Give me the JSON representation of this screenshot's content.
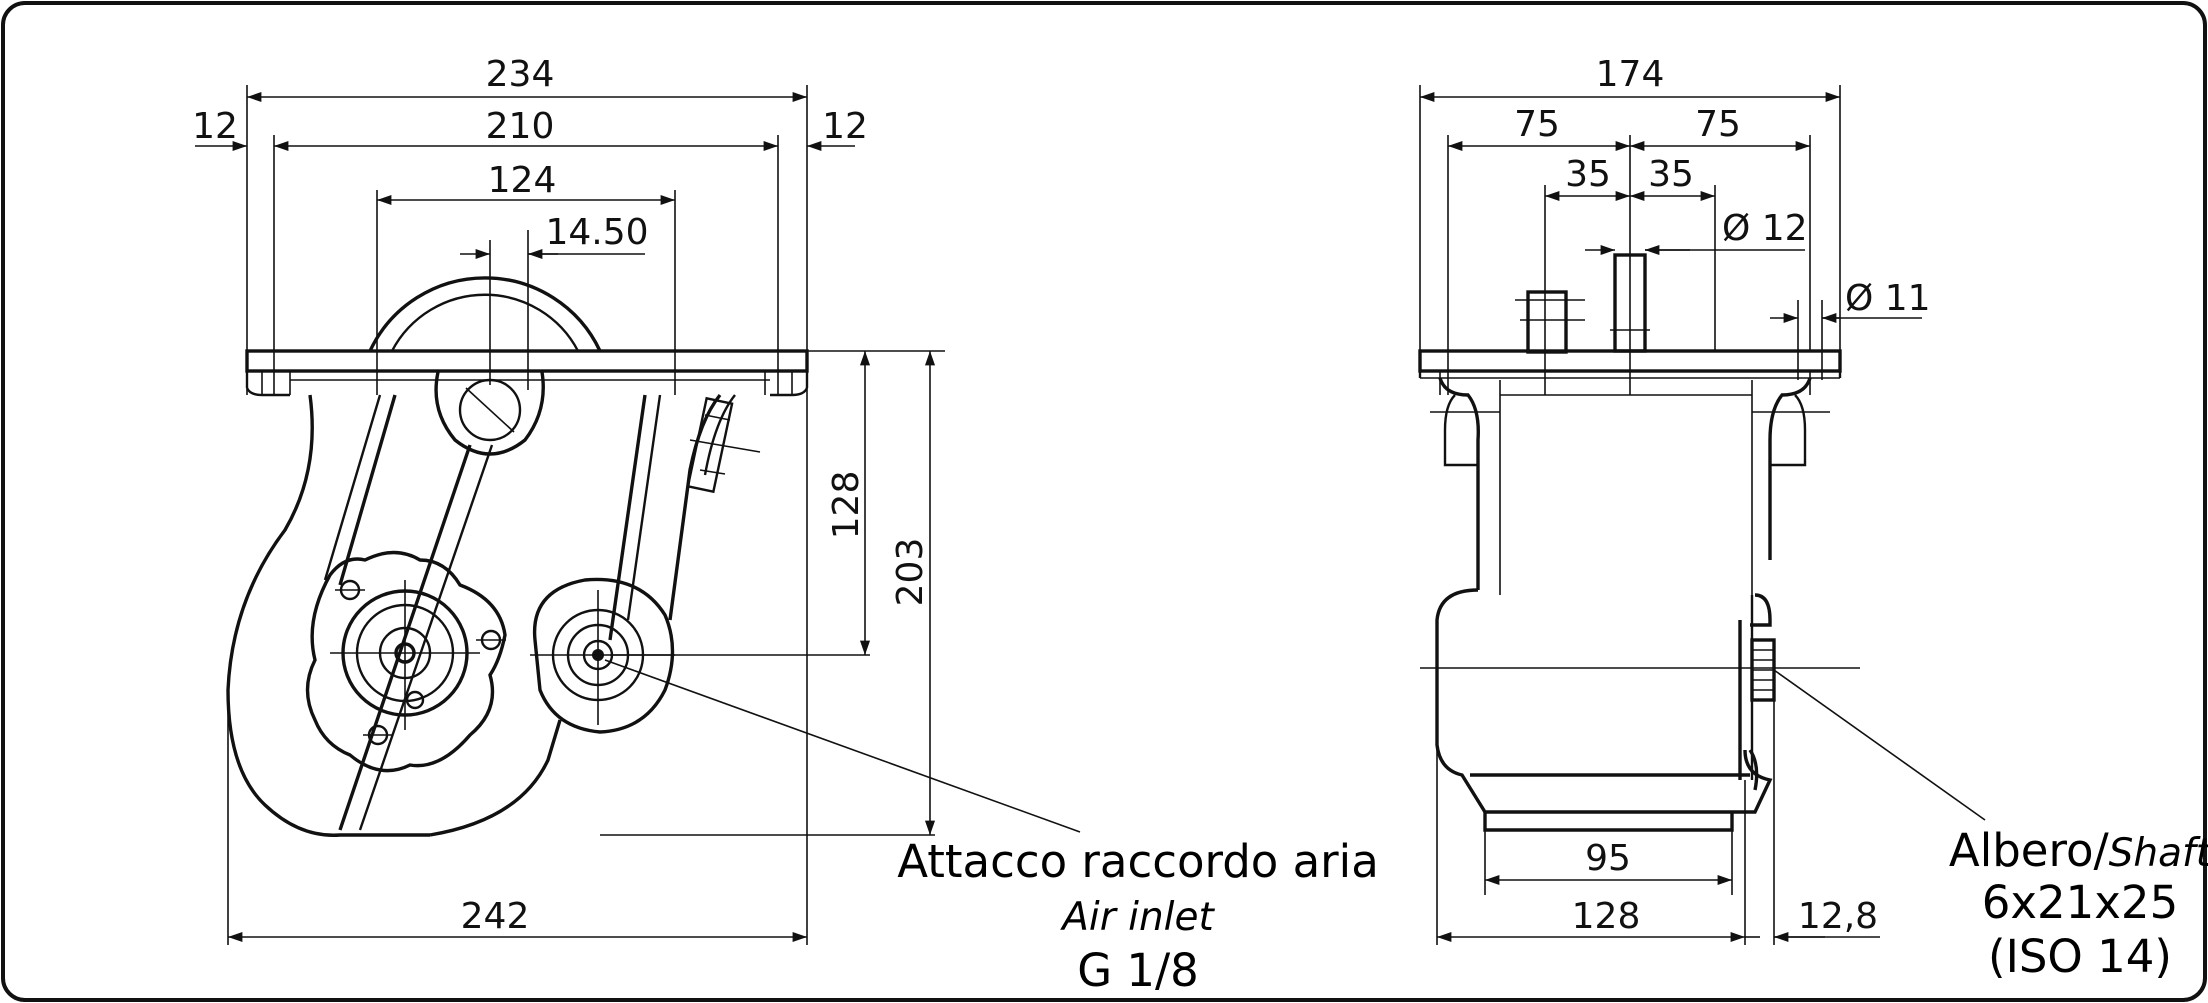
{
  "drawing": {
    "front_view": {
      "dims": {
        "overall_width": "234",
        "bolt_span": "210",
        "edge_left": "12",
        "edge_right": "12",
        "upper_span": "124",
        "offset": "14.50",
        "bottom_width": "242",
        "height_axle": "128",
        "height_total": "203"
      },
      "callout": {
        "line1": "Attacco raccordo aria",
        "line2": "Air inlet",
        "line3": "G 1/8"
      }
    },
    "side_view": {
      "dims": {
        "overall_width": "174",
        "half_left": "75",
        "half_right": "75",
        "inner_left": "35",
        "inner_right": "35",
        "pin_diameter": "Ø 12",
        "hole_diameter": "Ø 11",
        "wheel_inner": "95",
        "wheel_outer": "128",
        "shaft_projection": "12,8"
      },
      "callout": {
        "line1a": "Albero/",
        "line1b": "Shaft",
        "line2": "6x21x25",
        "line3": "(ISO 14)"
      }
    }
  }
}
